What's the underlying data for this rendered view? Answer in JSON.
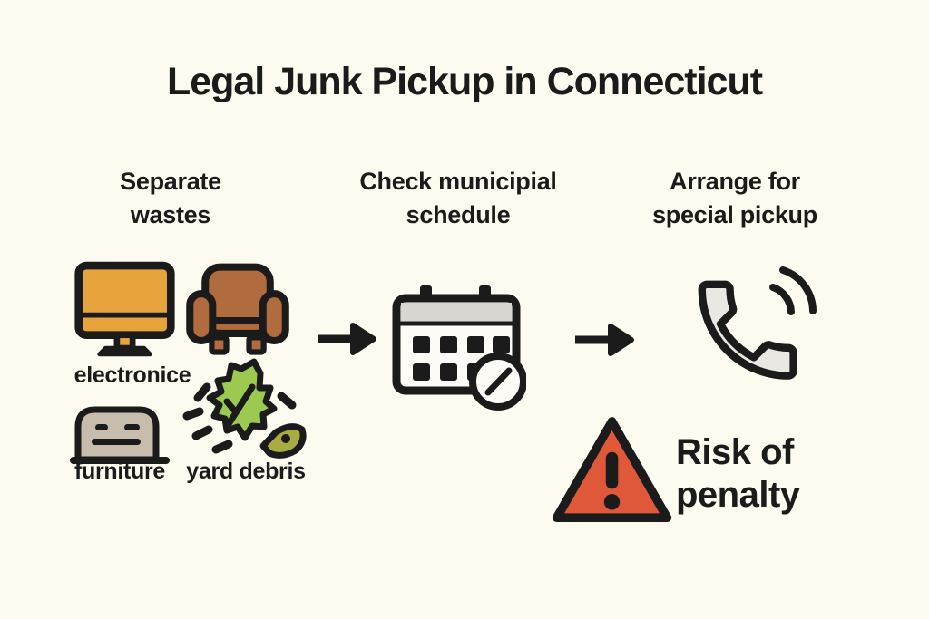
{
  "title": "Legal Junk Pickup in Connecticut",
  "steps": [
    {
      "id": "separate-wastes",
      "heading": "Separate wastes"
    },
    {
      "id": "check-schedule",
      "heading": "Check municipial schedule"
    },
    {
      "id": "arrange-pickup",
      "heading": "Arrange for special pickup"
    }
  ],
  "waste_labels": {
    "electronics": "electronice",
    "furniture": "furniture",
    "yard_debris": "yard debris"
  },
  "warning": {
    "text": "Risk of penalty"
  },
  "icons": {
    "electronics": "monitor-icon",
    "sofa": "armchair-icon",
    "furniture": "dresser-icon",
    "yard_debris": "leaves-icon",
    "schedule": "calendar-check-icon",
    "pickup": "phone-call-icon",
    "penalty": "warning-triangle-icon",
    "flow": "arrow-right-icon"
  },
  "colors": {
    "bg": "#FDFBF0",
    "ink": "#1B1B1B",
    "monitor_orange": "#E8A43C",
    "chair_brown": "#B06B3E",
    "dresser_tan": "#C8BCAC",
    "leaf_green": "#9CC94F",
    "leaf_olive": "#A9AC40",
    "calendar_gray": "#D8D6D0",
    "icon_paper": "#FCFBF5",
    "phone_gray": "#E9E8E3",
    "alert_red": "#E0583A"
  }
}
